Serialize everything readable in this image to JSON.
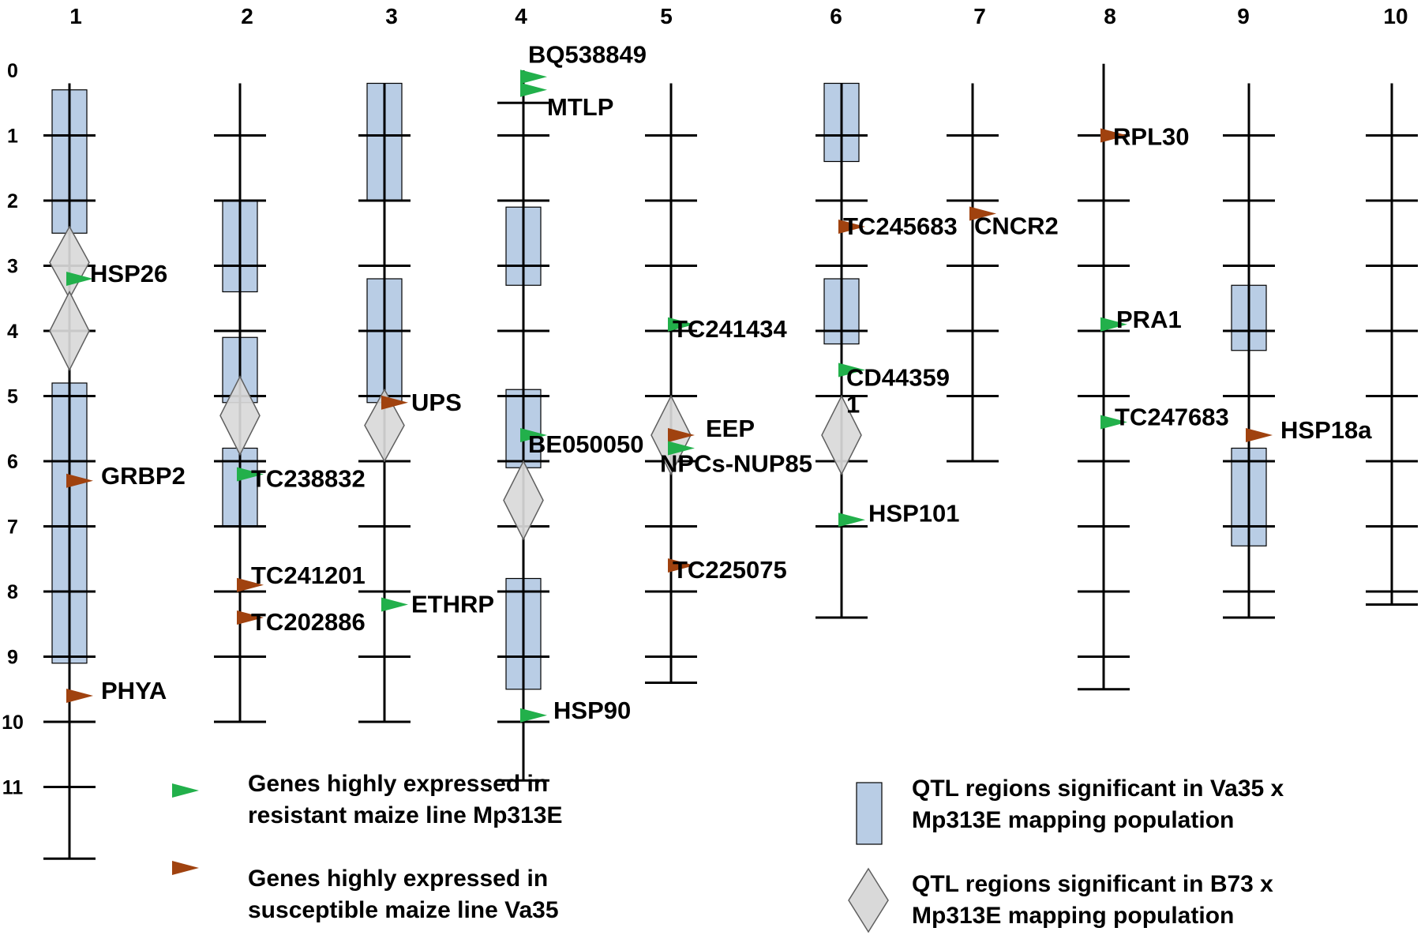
{
  "colors": {
    "resistant": "#22b04b",
    "susceptible": "#a0420f",
    "qtl_box_fill": "#b9cde5",
    "qtl_box_stroke": "#000000",
    "qtl_diamond_fill": "#d9d9d9",
    "qtl_diamond_stroke": "#5f5f5f",
    "line": "#000000"
  },
  "scale_labels": [
    "0",
    "1",
    "2",
    "3",
    "4",
    "5",
    "6",
    "7",
    "8",
    "9",
    "10",
    "11"
  ],
  "chromosomes": [
    {
      "number": "1",
      "ticks": [
        1,
        2,
        3,
        4,
        5,
        6,
        7,
        8,
        9,
        10,
        11
      ],
      "end": 12.1,
      "start": 0.2,
      "boxes": [
        [
          0.3,
          2.5
        ],
        [
          4.8,
          9.1
        ]
      ],
      "diamonds": [
        [
          2.4,
          3.5
        ],
        [
          3.4,
          4.6
        ]
      ],
      "genes": [
        {
          "name": "HSP26",
          "pos": 3.2,
          "type": "resistant"
        },
        {
          "name": "GRBP2",
          "pos": 6.3,
          "type": "susceptible"
        },
        {
          "name": "PHYA",
          "pos": 9.6,
          "type": "susceptible"
        }
      ]
    },
    {
      "number": "2",
      "ticks": [
        1,
        2,
        3,
        4,
        5,
        6,
        7,
        8,
        9,
        10
      ],
      "end": 10.0,
      "start": 0.2,
      "boxes": [
        [
          2.0,
          3.4
        ],
        [
          4.1,
          5.1
        ],
        [
          5.8,
          7.0
        ]
      ],
      "diamonds": [
        [
          4.7,
          5.9
        ]
      ],
      "genes": [
        {
          "name": "TC238832",
          "pos": 6.2,
          "type": "resistant"
        },
        {
          "name": "TC241201",
          "pos": 7.9,
          "type": "susceptible"
        },
        {
          "name": "TC202886",
          "pos": 8.4,
          "type": "susceptible"
        }
      ]
    },
    {
      "number": "3",
      "ticks": [
        1,
        2,
        3,
        4,
        5,
        6,
        7,
        8,
        9,
        10
      ],
      "end": 10.0,
      "start": 0.2,
      "boxes": [
        [
          0.2,
          2.0
        ],
        [
          3.2,
          5.1
        ]
      ],
      "diamonds": [
        [
          4.9,
          6.0
        ]
      ],
      "genes": [
        {
          "name": "UPS",
          "pos": 5.1,
          "type": "susceptible"
        },
        {
          "name": "ETHRP",
          "pos": 8.2,
          "type": "resistant"
        }
      ]
    },
    {
      "number": "4",
      "ticks": [
        0.5,
        1,
        2,
        3,
        4,
        5,
        6,
        7,
        8,
        9,
        10
      ],
      "end": 10.9,
      "start": 0.0,
      "boxes": [
        [
          2.1,
          3.3
        ],
        [
          4.9,
          6.1
        ],
        [
          7.8,
          9.5
        ]
      ],
      "diamonds": [
        [
          6.0,
          7.2
        ]
      ],
      "genes": [
        {
          "name": "BQ538849",
          "pos": 0.1,
          "type": "resistant"
        },
        {
          "name": "MTLP",
          "pos": 0.3,
          "type": "resistant"
        },
        {
          "name": "BE050050",
          "pos": 5.6,
          "type": "resistant"
        },
        {
          "name": "HSP90",
          "pos": 9.9,
          "type": "resistant"
        }
      ]
    },
    {
      "number": "5",
      "ticks": [
        1,
        2,
        3,
        4,
        5,
        6,
        7,
        8,
        9
      ],
      "end": 9.4,
      "start": 0.2,
      "boxes": [],
      "diamonds": [
        [
          5.0,
          6.2
        ]
      ],
      "genes": [
        {
          "name": "TC241434",
          "pos": 3.9,
          "type": "resistant"
        },
        {
          "name": "EEP",
          "pos": 5.6,
          "type": "susceptible"
        },
        {
          "name": "NPCs-NUP85",
          "pos": 5.8,
          "type": "resistant"
        },
        {
          "name": "TC225075",
          "pos": 7.6,
          "type": "susceptible"
        }
      ]
    },
    {
      "number": "6",
      "ticks": [
        1,
        2,
        3,
        4,
        5,
        6,
        7
      ],
      "end": 8.4,
      "start": 0.2,
      "boxes": [
        [
          0.2,
          1.4
        ],
        [
          3.2,
          4.2
        ]
      ],
      "diamonds": [
        [
          5.0,
          6.2
        ]
      ],
      "genes": [
        {
          "name": "TC245683",
          "pos": 2.4,
          "type": "susceptible"
        },
        {
          "name": "CD44359\n1",
          "pos": 4.6,
          "type": "resistant"
        },
        {
          "name": "HSP101",
          "pos": 6.9,
          "type": "resistant"
        }
      ]
    },
    {
      "number": "7",
      "ticks": [
        1,
        2,
        3,
        4,
        5,
        6
      ],
      "end": 6.0,
      "start": 0.2,
      "boxes": [],
      "diamonds": [],
      "genes": [
        {
          "name": "CNCR2",
          "pos": 2.2,
          "type": "susceptible"
        }
      ]
    },
    {
      "number": "8",
      "ticks": [
        1,
        2,
        3,
        4,
        5,
        6,
        7,
        8,
        9
      ],
      "end": 9.5,
      "start": -0.1,
      "boxes": [],
      "diamonds": [],
      "genes": [
        {
          "name": "RPL30",
          "pos": 1.0,
          "type": "susceptible"
        },
        {
          "name": "PRA1",
          "pos": 3.9,
          "type": "resistant"
        },
        {
          "name": "TC247683",
          "pos": 5.4,
          "type": "resistant"
        }
      ]
    },
    {
      "number": "9",
      "ticks": [
        1,
        2,
        3,
        4,
        5,
        6,
        7,
        8
      ],
      "end": 8.4,
      "start": 0.2,
      "boxes": [
        [
          3.3,
          4.3
        ],
        [
          5.8,
          7.3
        ]
      ],
      "diamonds": [],
      "genes": [
        {
          "name": "HSP18a",
          "pos": 5.6,
          "type": "susceptible"
        }
      ]
    },
    {
      "number": "10",
      "ticks": [
        1,
        2,
        3,
        4,
        5,
        6,
        7,
        8
      ],
      "end": 8.2,
      "start": 0.2,
      "boxes": [],
      "diamonds": [],
      "genes": []
    }
  ],
  "legend": {
    "resistant": "Genes highly expressed in\nresistant maize line Mp313E",
    "susceptible": "Genes highly expressed in\nsusceptible maize line Va35",
    "box": "QTL regions significant in Va35 x\nMp313E mapping population",
    "diamond": "QTL regions significant in B73 x\nMp313E mapping population"
  }
}
